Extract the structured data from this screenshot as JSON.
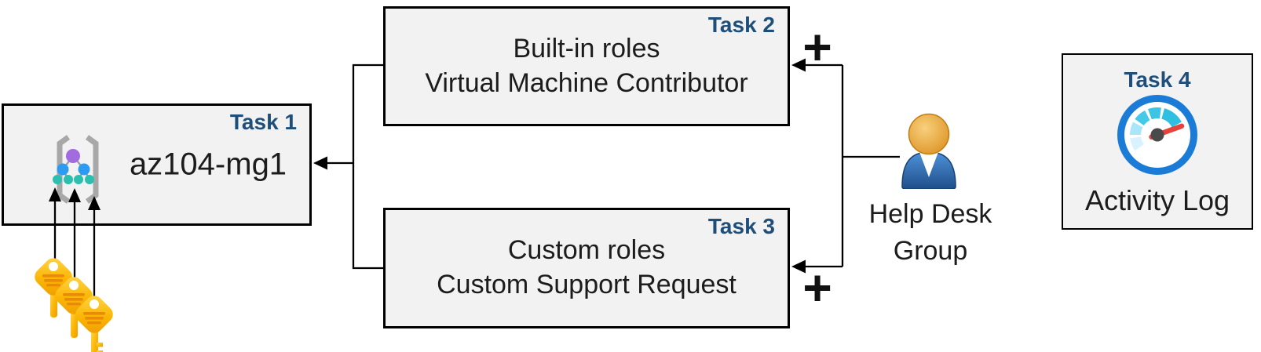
{
  "boxes": {
    "task1": {
      "tag": "Task 1",
      "name": "az104-mg1"
    },
    "task2": {
      "tag": "Task 2",
      "line1": "Built-in roles",
      "line2": "Virtual Machine Contributor"
    },
    "task3": {
      "tag": "Task 3",
      "line1": "Custom roles",
      "line2": "Custom Support Request"
    },
    "task4": {
      "tag": "Task 4",
      "caption": "Activity Log"
    }
  },
  "actor": {
    "label": "Help Desk Group"
  },
  "connectors": {
    "plus_top": "+",
    "plus_bottom": "+"
  },
  "icons": {
    "management_group": "management-group-icon",
    "keys": "keys-icon",
    "user": "user-icon",
    "activity_gauge": "gauge-icon"
  },
  "colors": {
    "task_tag": "#1f4e79",
    "box_fill": "#f2f2f2",
    "box_border": "#000000",
    "connector": "#000000",
    "key_gold": "#f7b500",
    "gauge_ring": "#1b7cd8",
    "needle_red": "#e8423d",
    "person_body_blue": "#33689f",
    "person_head_gold": "#e3a33c",
    "mg_purple": "#a36be0",
    "mg_blue": "#2e9bf2",
    "mg_teal": "#2bbfb0"
  }
}
